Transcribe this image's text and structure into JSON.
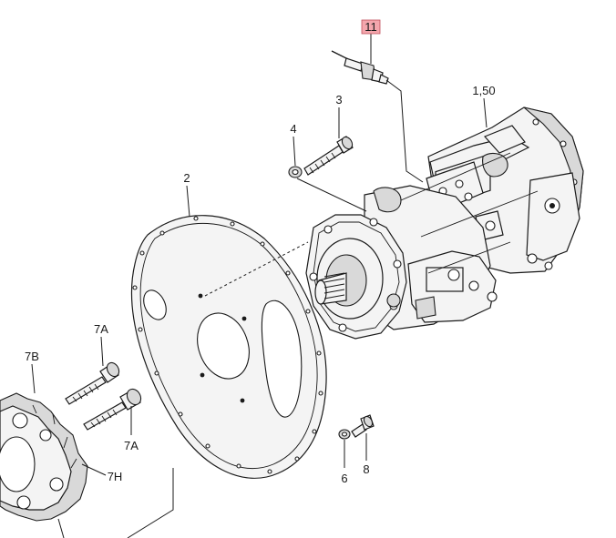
{
  "callouts": {
    "c11": "11",
    "c150": "1,50",
    "c3": "3",
    "c4": "4",
    "c2": "2",
    "c7a_top": "7A",
    "c7b": "7B",
    "c7a_bottom": "7A",
    "c7h": "7H",
    "c6": "6",
    "c8": "8"
  },
  "colors": {
    "ink": "#1a1a1a",
    "highlight": "#f4a6ad",
    "background": "#ffffff"
  }
}
